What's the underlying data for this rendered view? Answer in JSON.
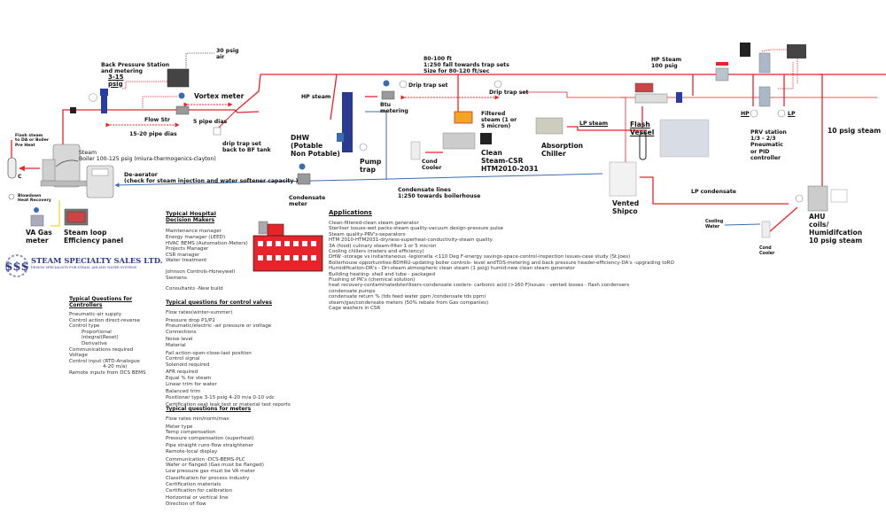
{
  "colors": {
    "steam": "#e8232a",
    "condensate": "#3a6db0",
    "signal": "#e8232a",
    "air": "#555555",
    "electrical": "#e6d200",
    "logo": "#2a3a8f",
    "building": "#e8232a"
  },
  "labels": {
    "air_supply": "30 psig\nair",
    "back_pressure": "Back Pressure Station\nand metering",
    "psig_range": "3-15\npsig",
    "vortex_meter": "Vortex meter",
    "flow_str": "Flow Str",
    "pipe_dias_5": "5 pipe dias",
    "pipe_dias_15_20": "15-20 pipe dias",
    "drip_trap_bf": "drip trap set\nback to BF tank",
    "flash_steam": "Flash steam\nto DA or Boiler\nPre Heat",
    "flash_c": "C",
    "boiler": "Steam\nBoiler 100-125 psig (miura-thermogenics-clayton)",
    "deaerator": "De-aerator\n(check for steam injection and water softener capacity )",
    "blowdown": "Blowdown\nHeat Recovery",
    "va_gas_meter": "VA Gas\nmeter",
    "efficiency_panel": "Steam loop\nEfficiency panel",
    "main_line_note": "80-100 ft\n1:250 fall towards trap sets\nSize for 80-120 ft/sec",
    "drip_trap_set_1": "Drip trap set",
    "drip_trap_set_2": "Drip trap set",
    "hp_steam_left": "HP steam",
    "btu_metering": "Btu\nmetering",
    "dhw": "DHW\n(Potable\nNon Potable)",
    "pump_trap": "Pump\ntrap",
    "filtered_steam": "Filtered\nsteam (1 or\n5 micron)",
    "cond_cooler_1": "Cond\nCooler",
    "clean_steam": "Clean\nSteam-CSR\nHTM2010-2031",
    "absorption_chiller": "Absorption\nChiller",
    "lp_steam": "LP steam",
    "flash_vessel": "Flash\nVessel",
    "condensate_meter": "Condensate\nmeter",
    "condensate_lines": "Condensate lines\n1:250 towards boilerhouse",
    "vented_shipco": "Vented\nShipco",
    "hp_steam_100": "HP Steam\n100 psig",
    "hp": "HP",
    "lp": "LP",
    "prv_station": "PRV station\n1/3 - 2/3\nPneumatic\nor PID\ncontroller",
    "ten_psig_steam": "10 psig steam",
    "lp_condensate": "LP condensate",
    "cooling_water": "Cooling\nWater",
    "cond_cooler_2": "Cond\nCooler",
    "ahu": "AHU\ncoils/\nHumidifcation\n10 psig steam"
  },
  "logo": {
    "name": "STEAM SPECIALTY SALES LTD.",
    "tagline": "DESIGN SPECIALISTS FOR STEAM, AIR AND WATER SYSTEMS"
  },
  "decision_makers": {
    "heading": "Typical Hospital",
    "subheading": "Decision Makers",
    "roles": [
      "Maintenance manager",
      "Energy manager (LEED)",
      "HVAC BEMS (Automation-Meters)",
      "Projects Manager",
      "CSR manager",
      "Water treatment"
    ],
    "vendors": [
      "Johnson Controls-Honeywell",
      "Siemens"
    ],
    "consultants": "Consultants -New build"
  },
  "control_valves": {
    "heading": "Typical questions for control valves",
    "groups": [
      [
        "Flow rates(winter-summer)"
      ],
      [
        "Pressure drop P1/P2",
        "Pneumatic/electric -air pressure or voltage",
        "Connections"
      ],
      [
        "Noise level",
        "Material"
      ],
      [
        "Fail action-open-close-last position",
        "Control signal",
        "Solenoid required"
      ],
      [
        "AFR required",
        "Equal % for steam",
        "Linear trim for water"
      ],
      [
        "Balanced trim",
        "Positioner type 3-15 psig 4-20 m/a 0-10 vdc"
      ],
      [
        "Certification seat leak test or material test reports"
      ]
    ]
  },
  "meters": {
    "heading": "Typical questions for meters",
    "groups": [
      [
        "Flow rates min/norm/max"
      ],
      [
        "Meter type",
        "Temp compensation",
        "Pressure compensation (superheat)"
      ],
      [
        "Pipe straight runs-flow straightener",
        "Remote-local display"
      ],
      [
        "Communication -DCS-BEMS-PLC",
        "Wafer or flanged (Gas must be flanged)",
        "Low pressure gas must be VA meter"
      ],
      [
        "Classification for process industry",
        "Certification materials",
        "Certification for calibration"
      ],
      [
        "Horizontal or vertical line",
        "Direction of flow"
      ]
    ]
  },
  "controllers": {
    "heading": "Typical Questions for\nControllers",
    "items": [
      {
        "text": "Pneumatic-air supply",
        "indent": 0
      },
      {
        "text": "Control action direct-reverse",
        "indent": 0
      },
      {
        "text": "Control type",
        "indent": 0
      },
      {
        "text": "Proportional",
        "indent": 1
      },
      {
        "text": "Integral(Reset)",
        "indent": 1
      },
      {
        "text": "Derivative",
        "indent": 1
      },
      {
        "text": "Communications required",
        "indent": 0
      },
      {
        "text": "Voltage",
        "indent": 0
      },
      {
        "text": "Control input (RTD-Analogue",
        "indent": 0
      },
      {
        "text": "4-20 m/a)",
        "indent": 2
      },
      {
        "text": "Remote inputs from DCS BEMS",
        "indent": 0
      }
    ]
  },
  "applications": {
    "heading": "Applications",
    "items": [
      "Clean-filtered-clean steam generator",
      "Sterilser issues-wet packs-steam quality-vacuum design-pressure pulse",
      "Steam quality-PRV's-separators",
      "HTM 2010-HTM2031-dryness-superheat-conductivity-steam quality",
      "3A (food) culinary steam-filter 1 or 5 micron",
      "Cooling chillers (meters and efficiency)",
      "DHW -storage vs instantaneous   -legionella <110 Deg F-energy savings-space-control-inspection issues-case study (St.Joes)",
      "Boilerhouse opportunities-BDHRU-updating boiler controls- level andTDS-metering and back pressure header-efficiency-DA's -upgrading toRO",
      "Humidification-DR's - Dri-steam atmospheric clean steam (1 psig) humid-new clean steam generator",
      "Building heating- shell and tube - packaged",
      "Flushing of PK's (chemical solution)",
      "heat recovery-contaminatedsterilisers-condensate coolers- carbonic acid (>160 F)issues - vented losses - flash condensers",
      "condensate pumps",
      "condensate return % (tds feed water ppm /condensate tds ppm)",
      "steam/gas/condensate meters (50% rebate from Gas companies)",
      "Cage washers in CSR"
    ]
  }
}
